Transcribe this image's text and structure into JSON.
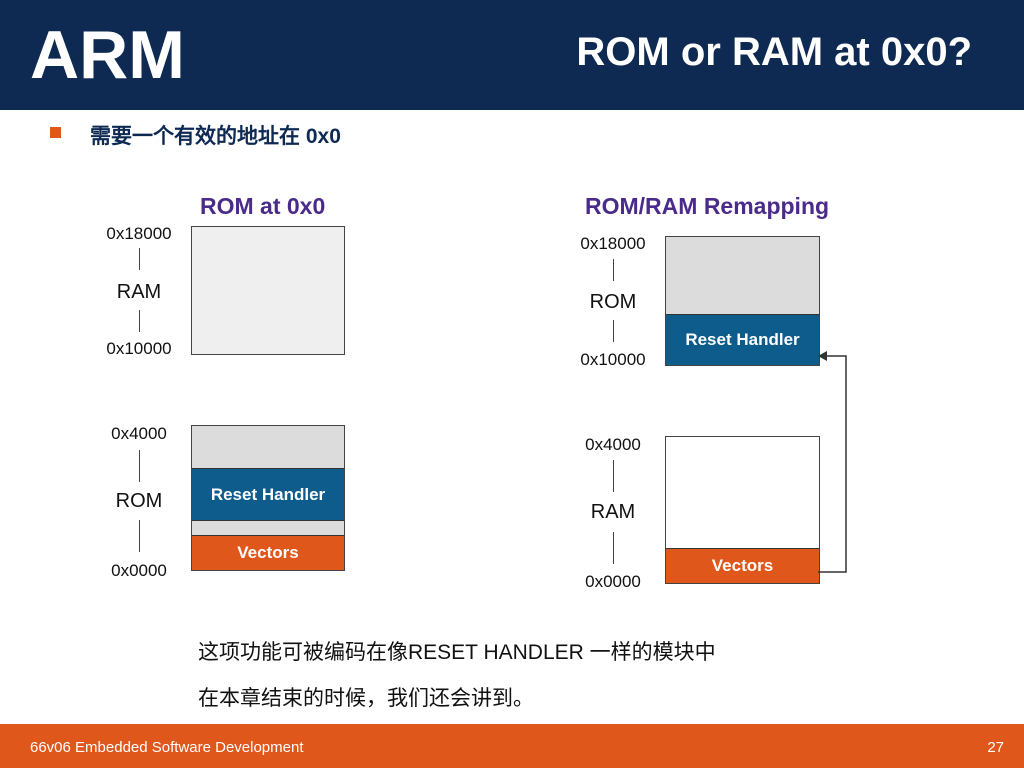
{
  "header": {
    "logo_text": "ARM",
    "title": "ROM or RAM at 0x0?"
  },
  "bullet": {
    "text": "需要一个有效的地址在 0x0"
  },
  "left_diagram": {
    "heading": "ROM at 0x0",
    "ram": {
      "top_addr": "0x18000",
      "label": "RAM",
      "bottom_addr": "0x10000"
    },
    "rom": {
      "top_addr": "0x4000",
      "label": "ROM",
      "bottom_addr": "0x0000",
      "reset_handler": "Reset Handler",
      "vectors": "Vectors"
    }
  },
  "right_diagram": {
    "heading": "ROM/RAM Remapping",
    "rom": {
      "top_addr": "0x18000",
      "label": "ROM",
      "bottom_addr": "0x10000",
      "reset_handler": "Reset Handler"
    },
    "ram": {
      "top_addr": "0x4000",
      "label": "RAM",
      "bottom_addr": "0x0000",
      "vectors": "Vectors"
    }
  },
  "description": {
    "line1": "这项功能可被编码在像RESET HANDLER 一样的模块中",
    "line2": "在本章结束的时候，我们还会讲到。"
  },
  "footer": {
    "course": "66v06 Embedded Software Development",
    "page": "27"
  },
  "colors": {
    "navy": "#0e2a52",
    "orange": "#e0571c",
    "blue": "#0e5c8c",
    "purple": "#4a2a8a"
  }
}
